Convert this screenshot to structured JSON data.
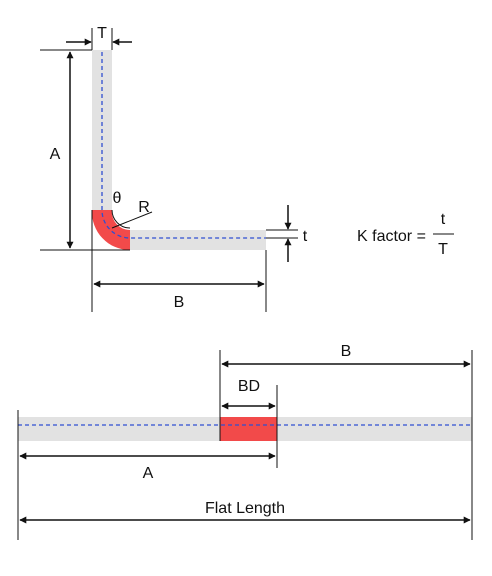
{
  "colors": {
    "plate": "#e2e2e2",
    "bend": "#f24a4a",
    "neutral_axis": "#2f4fd1",
    "line": "#111111"
  },
  "bent_part": {
    "label_T": "T",
    "label_A": "A",
    "label_theta": "θ",
    "label_R": "R",
    "label_t": "t",
    "label_B": "B"
  },
  "k_factor": {
    "prefix": "K factor =",
    "numerator": "t",
    "denominator": "T"
  },
  "flat_part": {
    "label_B": "B",
    "label_BD": "BD",
    "label_A": "A",
    "label_flat": "Flat Length"
  }
}
